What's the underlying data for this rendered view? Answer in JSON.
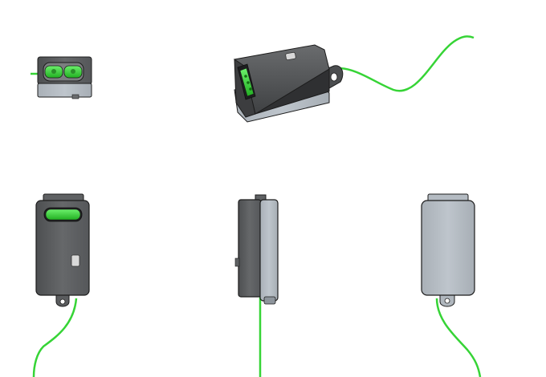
{
  "views": [
    {
      "name": "end-view"
    },
    {
      "name": "isometric-view"
    },
    {
      "name": "front-view"
    },
    {
      "name": "side-view"
    },
    {
      "name": "back-view"
    }
  ],
  "colors": {
    "housing_dark": "#5f6163",
    "housing_shadow": "#3c3d3f",
    "housing_top": "#4a4c4e",
    "base_light": "#b4bbc2",
    "base_mid": "#9aa2aa",
    "edge": "#1c1c1c",
    "led_green": "#3ed63e",
    "led_green_dark": "#1f9a1f",
    "cable_green": "#36d436",
    "background": "#ffffff"
  },
  "icons": {
    "led_window": "green-led-window-icon",
    "button": "push-button-icon",
    "hang_loop": "hang-loop-icon"
  }
}
